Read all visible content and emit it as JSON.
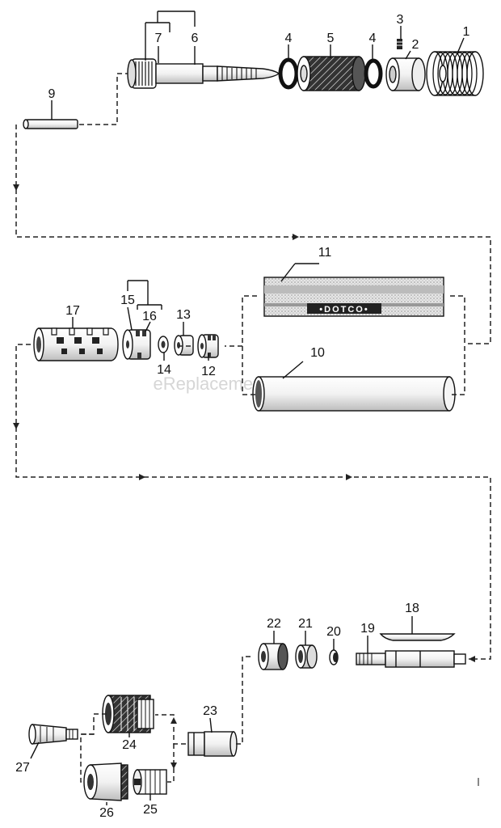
{
  "watermark": "eReplacementParts.com",
  "brand_label": "•DOTCO•",
  "parts": [
    {
      "id": "p1",
      "label": "1"
    },
    {
      "id": "p2",
      "label": "2"
    },
    {
      "id": "p3",
      "label": "3"
    },
    {
      "id": "p4a",
      "label": "4"
    },
    {
      "id": "p4b",
      "label": "4"
    },
    {
      "id": "p5",
      "label": "5"
    },
    {
      "id": "p6",
      "label": "6"
    },
    {
      "id": "p7",
      "label": "7"
    },
    {
      "id": "p9",
      "label": "9"
    },
    {
      "id": "p10",
      "label": "10"
    },
    {
      "id": "p11",
      "label": "11"
    },
    {
      "id": "p12",
      "label": "12"
    },
    {
      "id": "p13",
      "label": "13"
    },
    {
      "id": "p14",
      "label": "14"
    },
    {
      "id": "p15",
      "label": "15"
    },
    {
      "id": "p16",
      "label": "16"
    },
    {
      "id": "p17",
      "label": "17"
    },
    {
      "id": "p18",
      "label": "18"
    },
    {
      "id": "p19",
      "label": "19"
    },
    {
      "id": "p20",
      "label": "20"
    },
    {
      "id": "p21",
      "label": "21"
    },
    {
      "id": "p22",
      "label": "22"
    },
    {
      "id": "p23",
      "label": "23"
    },
    {
      "id": "p24",
      "label": "24"
    },
    {
      "id": "p25",
      "label": "25"
    },
    {
      "id": "p26",
      "label": "26"
    },
    {
      "id": "p27",
      "label": "27"
    }
  ]
}
